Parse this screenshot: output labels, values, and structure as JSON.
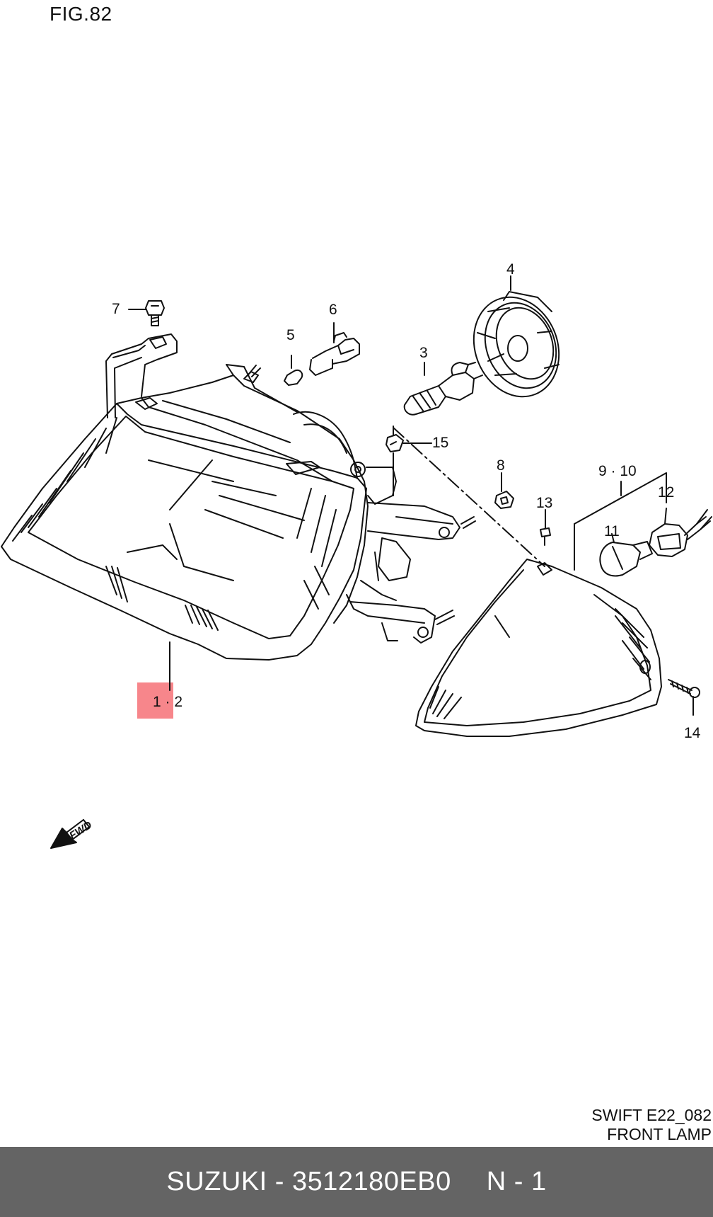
{
  "figure": {
    "title": "FIG.82",
    "info_line1": "SWIFT E22_082",
    "info_line2": "FRONT LAMP"
  },
  "callouts": {
    "c1_2": "1 · 2",
    "c3": "3",
    "c4": "4",
    "c5": "5",
    "c6": "6",
    "c7": "7",
    "c8": "8",
    "c9_10": "9 · 10",
    "c11": "11",
    "c12": "12",
    "c13": "13",
    "c14": "14",
    "c15": "15"
  },
  "fwd_label": "FWD",
  "highlight_color": "#f7868b",
  "footer": {
    "part": "SUZUKI - 3512180EB0",
    "qty": "N - 1",
    "background": "#646464"
  }
}
